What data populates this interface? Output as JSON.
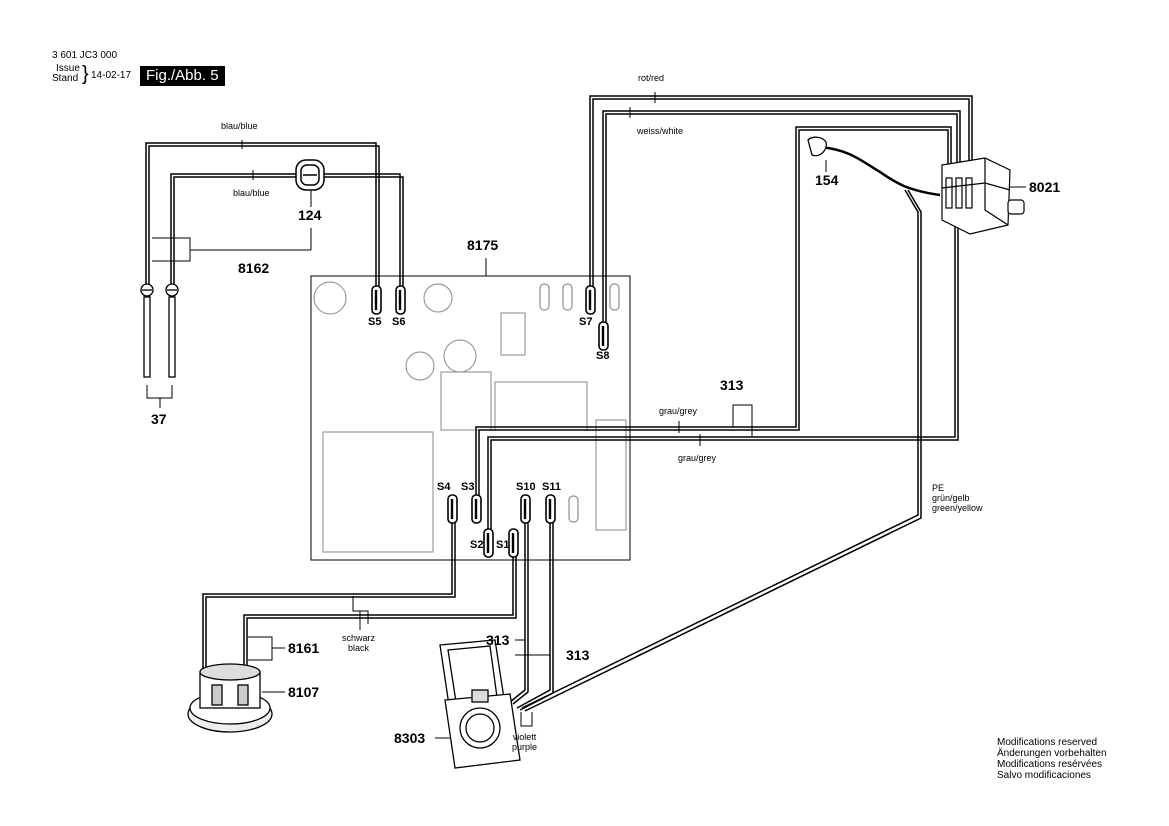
{
  "header": {
    "doc_number": "3 601 JC3 000",
    "issue_label": "Issue",
    "stand_label": "Stand",
    "brace": "}",
    "date": "14-02-17",
    "figure": "Fig./Abb. 5"
  },
  "parts": {
    "p37": "37",
    "p124": "124",
    "p8162": "8162",
    "p8175": "8175",
    "p154": "154",
    "p8021": "8021",
    "p313_top": "313",
    "p313_mid": "313",
    "p313_right": "313",
    "p8161": "8161",
    "p8107": "8107",
    "p8303": "8303"
  },
  "terminals": {
    "S1": "S1",
    "S2": "S2",
    "S3": "S3",
    "S4": "S4",
    "S5": "S5",
    "S6": "S6",
    "S7": "S7",
    "S8": "S8",
    "S10": "S10",
    "S11": "S11"
  },
  "wires": {
    "blau_top": "blau/blue",
    "blau_mid": "blau/blue",
    "rot": "rot/red",
    "weiss": "weiss/white",
    "grau_top": "grau/grey",
    "grau_bottom": "grau/grey",
    "pe_1": "PE",
    "pe_2": "grün/gelb",
    "pe_3": "green/yellow",
    "schwarz_1": "schwarz",
    "schwarz_2": "black",
    "violett_1": "violett",
    "violett_2": "purple"
  },
  "notes": [
    "Modifications reserved",
    "Änderungen vorbehalten",
    "Modifications resérvées",
    "Salvo modificaciones"
  ]
}
